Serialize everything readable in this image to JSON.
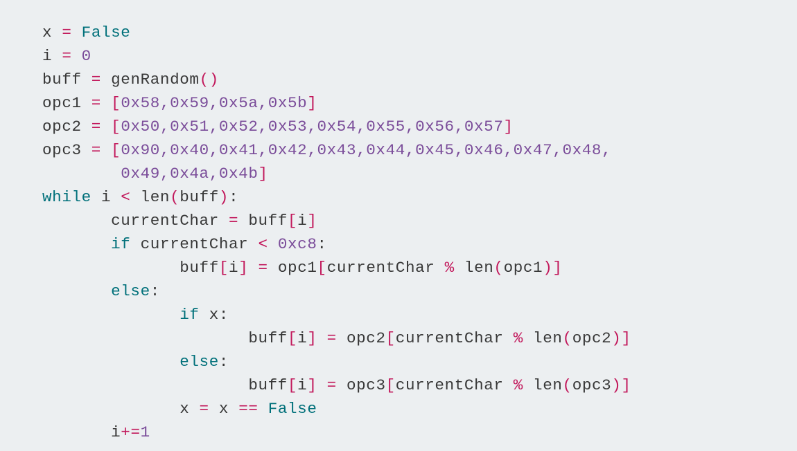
{
  "colors": {
    "background": "#eceff1",
    "text": "#383838",
    "keyword": "#00707a",
    "operator": "#c2185b",
    "number": "#7b4d9a"
  },
  "code_lines": [
    [
      {
        "t": "text",
        "v": "x "
      },
      {
        "t": "op",
        "v": "="
      },
      {
        "t": "text",
        "v": " "
      },
      {
        "t": "kw",
        "v": "False"
      }
    ],
    [
      {
        "t": "text",
        "v": "i "
      },
      {
        "t": "op",
        "v": "="
      },
      {
        "t": "text",
        "v": " "
      },
      {
        "t": "num",
        "v": "0"
      }
    ],
    [
      {
        "t": "text",
        "v": "buff "
      },
      {
        "t": "op",
        "v": "="
      },
      {
        "t": "text",
        "v": " genRandom"
      },
      {
        "t": "op",
        "v": "()"
      }
    ],
    [
      {
        "t": "text",
        "v": "opc1 "
      },
      {
        "t": "op",
        "v": "="
      },
      {
        "t": "text",
        "v": " "
      },
      {
        "t": "op",
        "v": "["
      },
      {
        "t": "num",
        "v": "0x58,0x59,0x5a,0x5b"
      },
      {
        "t": "op",
        "v": "]"
      }
    ],
    [
      {
        "t": "text",
        "v": "opc2 "
      },
      {
        "t": "op",
        "v": "="
      },
      {
        "t": "text",
        "v": " "
      },
      {
        "t": "op",
        "v": "["
      },
      {
        "t": "num",
        "v": "0x50,0x51,0x52,0x53,0x54,0x55,0x56,0x57"
      },
      {
        "t": "op",
        "v": "]"
      }
    ],
    [
      {
        "t": "text",
        "v": "opc3 "
      },
      {
        "t": "op",
        "v": "="
      },
      {
        "t": "text",
        "v": " "
      },
      {
        "t": "op",
        "v": "["
      },
      {
        "t": "num",
        "v": "0x90,0x40,0x41,0x42,0x43,0x44,0x45,0x46,0x47,0x48,"
      }
    ],
    [
      {
        "t": "text",
        "v": "        "
      },
      {
        "t": "num",
        "v": "0x49,0x4a,0x4b"
      },
      {
        "t": "op",
        "v": "]"
      }
    ],
    [
      {
        "t": "kw",
        "v": "while"
      },
      {
        "t": "text",
        "v": " i "
      },
      {
        "t": "op",
        "v": "<"
      },
      {
        "t": "text",
        "v": " len"
      },
      {
        "t": "op",
        "v": "("
      },
      {
        "t": "text",
        "v": "buff"
      },
      {
        "t": "op",
        "v": ")"
      },
      {
        "t": "text",
        "v": ":"
      }
    ],
    [
      {
        "t": "text",
        "v": "       currentChar "
      },
      {
        "t": "op",
        "v": "="
      },
      {
        "t": "text",
        "v": " buff"
      },
      {
        "t": "op",
        "v": "["
      },
      {
        "t": "text",
        "v": "i"
      },
      {
        "t": "op",
        "v": "]"
      }
    ],
    [
      {
        "t": "text",
        "v": "       "
      },
      {
        "t": "kw",
        "v": "if"
      },
      {
        "t": "text",
        "v": " currentChar "
      },
      {
        "t": "op",
        "v": "<"
      },
      {
        "t": "text",
        "v": " "
      },
      {
        "t": "num",
        "v": "0xc8"
      },
      {
        "t": "text",
        "v": ":"
      }
    ],
    [
      {
        "t": "text",
        "v": "              buff"
      },
      {
        "t": "op",
        "v": "["
      },
      {
        "t": "text",
        "v": "i"
      },
      {
        "t": "op",
        "v": "]"
      },
      {
        "t": "text",
        "v": " "
      },
      {
        "t": "op",
        "v": "="
      },
      {
        "t": "text",
        "v": " opc1"
      },
      {
        "t": "op",
        "v": "["
      },
      {
        "t": "text",
        "v": "currentChar "
      },
      {
        "t": "op",
        "v": "%"
      },
      {
        "t": "text",
        "v": " len"
      },
      {
        "t": "op",
        "v": "("
      },
      {
        "t": "text",
        "v": "opc1"
      },
      {
        "t": "op",
        "v": ")]"
      }
    ],
    [
      {
        "t": "text",
        "v": "       "
      },
      {
        "t": "kw",
        "v": "else"
      },
      {
        "t": "text",
        "v": ":"
      }
    ],
    [
      {
        "t": "text",
        "v": "              "
      },
      {
        "t": "kw",
        "v": "if"
      },
      {
        "t": "text",
        "v": " x:"
      }
    ],
    [
      {
        "t": "text",
        "v": "                     buff"
      },
      {
        "t": "op",
        "v": "["
      },
      {
        "t": "text",
        "v": "i"
      },
      {
        "t": "op",
        "v": "]"
      },
      {
        "t": "text",
        "v": " "
      },
      {
        "t": "op",
        "v": "="
      },
      {
        "t": "text",
        "v": " opc2"
      },
      {
        "t": "op",
        "v": "["
      },
      {
        "t": "text",
        "v": "currentChar "
      },
      {
        "t": "op",
        "v": "%"
      },
      {
        "t": "text",
        "v": " len"
      },
      {
        "t": "op",
        "v": "("
      },
      {
        "t": "text",
        "v": "opc2"
      },
      {
        "t": "op",
        "v": ")]"
      }
    ],
    [
      {
        "t": "text",
        "v": "              "
      },
      {
        "t": "kw",
        "v": "else"
      },
      {
        "t": "text",
        "v": ":"
      }
    ],
    [
      {
        "t": "text",
        "v": "                     buff"
      },
      {
        "t": "op",
        "v": "["
      },
      {
        "t": "text",
        "v": "i"
      },
      {
        "t": "op",
        "v": "]"
      },
      {
        "t": "text",
        "v": " "
      },
      {
        "t": "op",
        "v": "="
      },
      {
        "t": "text",
        "v": " opc3"
      },
      {
        "t": "op",
        "v": "["
      },
      {
        "t": "text",
        "v": "currentChar "
      },
      {
        "t": "op",
        "v": "%"
      },
      {
        "t": "text",
        "v": " len"
      },
      {
        "t": "op",
        "v": "("
      },
      {
        "t": "text",
        "v": "opc3"
      },
      {
        "t": "op",
        "v": ")]"
      }
    ],
    [
      {
        "t": "text",
        "v": "              x "
      },
      {
        "t": "op",
        "v": "="
      },
      {
        "t": "text",
        "v": " x "
      },
      {
        "t": "op",
        "v": "=="
      },
      {
        "t": "text",
        "v": " "
      },
      {
        "t": "kw",
        "v": "False"
      }
    ],
    [
      {
        "t": "text",
        "v": "       i"
      },
      {
        "t": "op",
        "v": "+="
      },
      {
        "t": "num",
        "v": "1"
      }
    ]
  ]
}
